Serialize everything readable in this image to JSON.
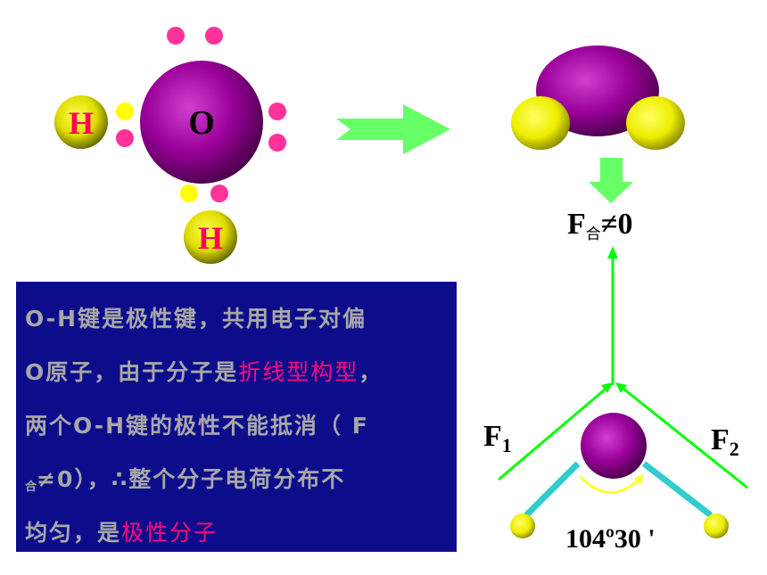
{
  "lewis": {
    "oxygen_label": "O",
    "hydrogen_left_label": "H",
    "hydrogen_bottom_label": "H"
  },
  "force_resultant": {
    "main": "F",
    "sub": "合",
    "rest": "≠0"
  },
  "force1": {
    "main": "F",
    "sub": "1"
  },
  "force2": {
    "main": "F",
    "sub": "2"
  },
  "angle_label": "104º30 '",
  "info": {
    "line1": "O-H键是极性键，共用电子对偏",
    "line2_a": "O原子，由于分子是",
    "line2_hl": "折线型构型",
    "line2_b": "，",
    "line3": "两个O-H键的极性不能抵消（ F",
    "line4_sub": "合",
    "line4_rest": "≠0），∴整个分子电荷分布不",
    "line5_a": "均匀，是",
    "line5_hl": "极性分子"
  },
  "colors": {
    "oxygen": "#990099",
    "hydrogen": "#e6e600",
    "lone_pair_dot": "#ff3399",
    "bond_pair_dot": "#ffff00",
    "arrow_green": "#66ff66",
    "force_line": "#00ff00",
    "bond_line": "#33cccc",
    "box_bg": "#0d0d8c",
    "box_text": "#a7a7a7",
    "highlight": "#ff0a78"
  }
}
